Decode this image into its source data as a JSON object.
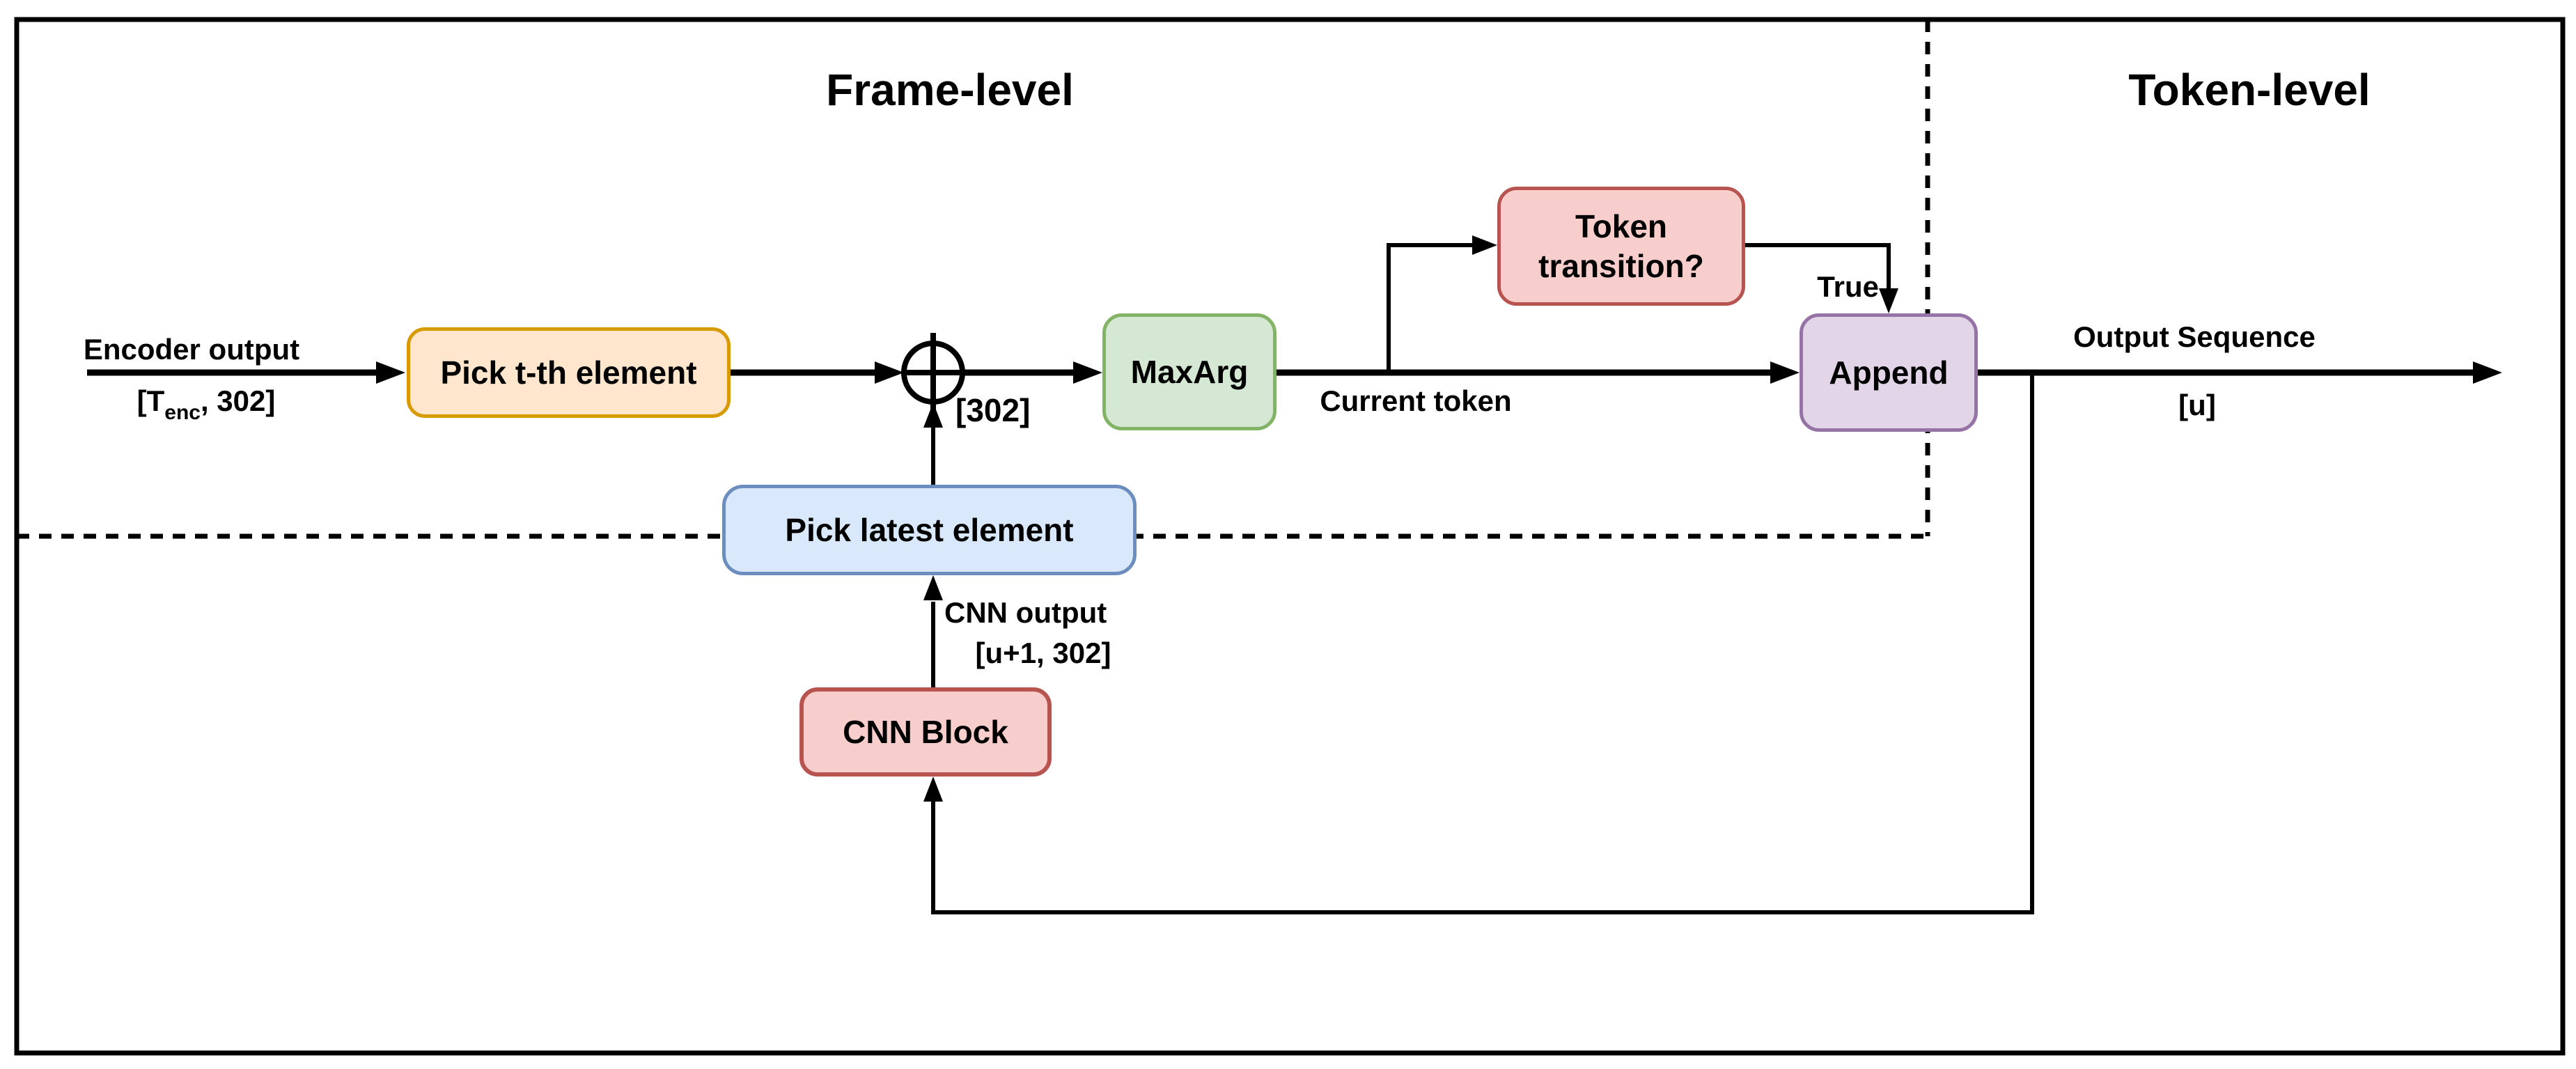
{
  "titles": {
    "frame_level": "Frame-level",
    "token_level": "Token-level"
  },
  "nodes": {
    "pick_tth": {
      "label": "Pick t-th element",
      "fill": "#FFE6CC",
      "stroke": "#D79B00"
    },
    "maxarg": {
      "label": "MaxArg",
      "fill": "#D5E8D4",
      "stroke": "#82B366"
    },
    "token_transition": {
      "label": "Token transition?",
      "fill": "#F8CECC",
      "stroke": "#B85450"
    },
    "append": {
      "label": "Append",
      "fill": "#E1D5E7",
      "stroke": "#9673A6"
    },
    "pick_latest": {
      "label": "Pick latest element",
      "fill": "#DAE8FC",
      "stroke": "#6C8EBF"
    },
    "cnn_block": {
      "label": "CNN Block",
      "fill": "#F8CECC",
      "stroke": "#B85450"
    }
  },
  "edge_labels": {
    "encoder_output": "Encoder output",
    "encoder_shape": {
      "prefix": "[T",
      "sub": "enc",
      "suffix": ", 302]"
    },
    "sum_output_shape": "[302]",
    "current_token": "Current token",
    "true_branch": "True",
    "output_sequence": "Output Sequence",
    "output_shape": "[u]",
    "cnn_output": "CNN output",
    "cnn_output_shape": "[u+1, 302]"
  },
  "symbols": {
    "combine_operator": "circle-plus"
  },
  "colors": {
    "line": "#000000",
    "background": "#FFFFFF"
  }
}
